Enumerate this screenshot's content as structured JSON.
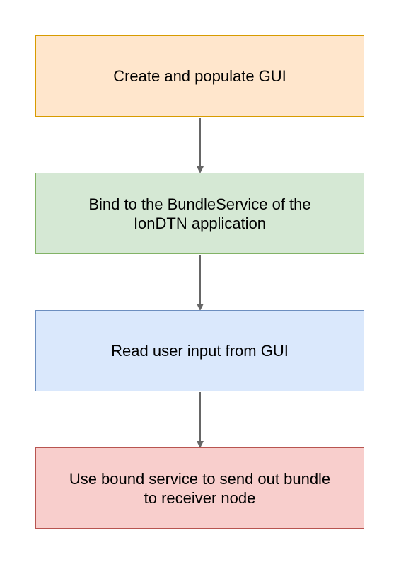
{
  "diagram": {
    "steps": [
      {
        "label": "Create and populate GUI",
        "fill": "#ffe6cc",
        "stroke": "#d79b00"
      },
      {
        "label": "Bind to the BundleService of the\nIonDTN application",
        "fill": "#d5e8d4",
        "stroke": "#82b366"
      },
      {
        "label": "Read user input from GUI",
        "fill": "#dae8fc",
        "stroke": "#6c8ebf"
      },
      {
        "label": "Use bound service to send out bundle\nto receiver node",
        "fill": "#f8cecc",
        "stroke": "#b85450"
      }
    ],
    "connector_color": "#666666"
  }
}
